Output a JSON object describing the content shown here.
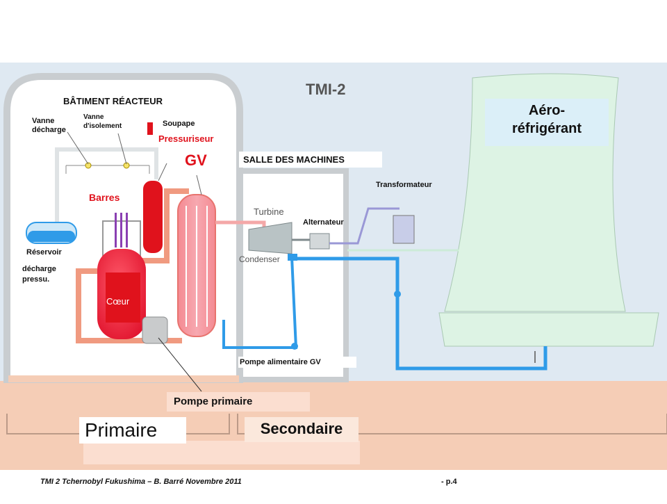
{
  "title": "TMI-2",
  "labels": {
    "batiment": "BÂTIMENT RÉACTEUR",
    "vanne_decharge_1": "Vanne",
    "vanne_decharge_2": "décharge",
    "vanne_isolement_1": "Vanne",
    "vanne_isolement_2": "d'isolement",
    "soupape": "Soupape",
    "pressuriseur": "Pressuriseur",
    "gv": "GV",
    "salle_machines": "SALLE DES MACHINES",
    "barres": "Barres",
    "reservoir": "Réservoir",
    "decharge_pressu_1": "décharge",
    "decharge_pressu_2": "pressu.",
    "coeur": "Cœur",
    "turbine": "Turbine",
    "alternateur": "Alternateur",
    "transformateur": "Transformateur",
    "condenseur": "Condenser",
    "aerorefrigerant_1": "Aéro-",
    "aerorefrigerant_2": "réfrigérant",
    "pompe_alimentaire": "Pompe alimentaire GV",
    "pompe_primaire": "Pompe primaire",
    "primaire": "Primaire",
    "secondaire": "Secondaire"
  },
  "footer": {
    "left": "TMI 2 Tchernobyl Fukushima – B. Barré  Novembre 2011",
    "right": "- p.4"
  },
  "colors": {
    "sky": "#dfe9f2",
    "ground": "#f5cdb6",
    "primary_loop": "#e8736e",
    "reactor_red": "#e0121c",
    "secondary_loop": "#2f9be8",
    "tower": "#ddf3e4",
    "turbine": "#b9c3c5",
    "generator": "#9a98d6"
  }
}
